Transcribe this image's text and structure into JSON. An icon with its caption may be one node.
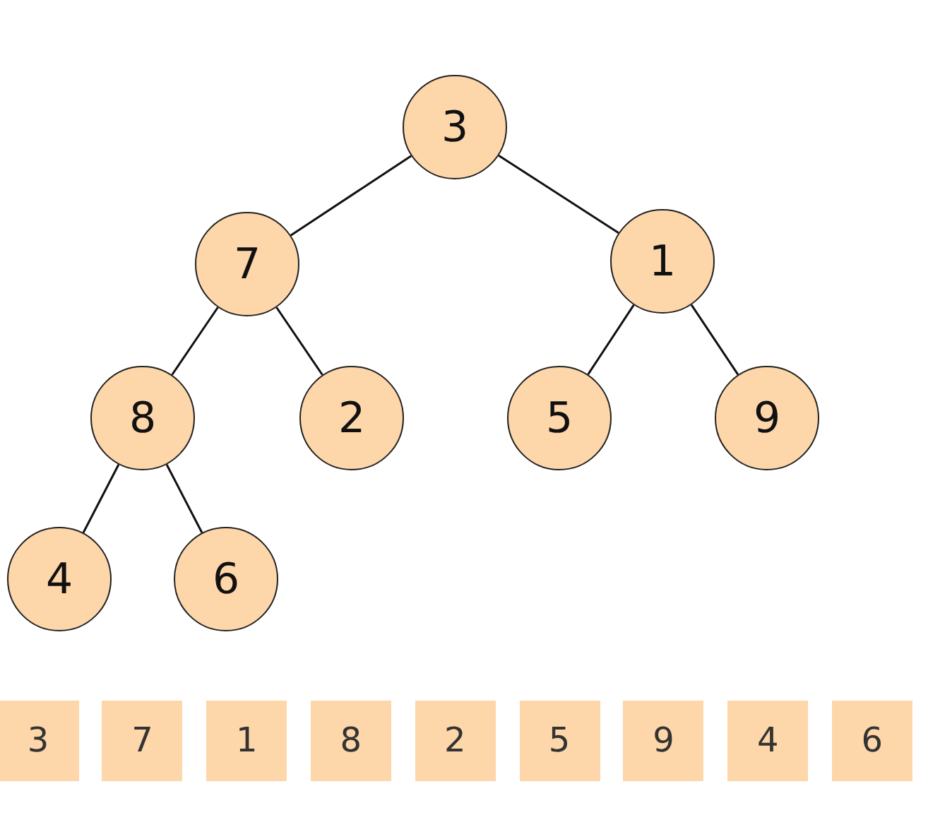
{
  "diagram": {
    "nodes": [
      {
        "text": [
          "3"
        ]
      },
      {
        "text": [
          "7"
        ]
      },
      {
        "text": [
          "1"
        ]
      },
      {
        "text": [
          "8"
        ]
      },
      {
        "text": [
          "2"
        ]
      },
      {
        "text": [
          "5"
        ]
      },
      {
        "text": [
          "9"
        ]
      },
      {
        "text": [
          "4"
        ]
      },
      {
        "text": [
          "6"
        ]
      },
      {
        "text": [
          "3"
        ]
      },
      {
        "text": [
          "7"
        ]
      },
      {
        "text": [
          "1"
        ]
      },
      {
        "text": [
          "8"
        ]
      },
      {
        "text": [
          "2"
        ]
      },
      {
        "text": [
          "5"
        ]
      },
      {
        "text": [
          "9"
        ]
      },
      {
        "text": [
          "4"
        ]
      },
      {
        "text": [
          "6"
        ]
      }
    ],
    "edges": [
      {
        "from": 0,
        "to": 1,
        "arrow": "none"
      },
      {
        "from": 0,
        "to": 2,
        "arrow": "none"
      },
      {
        "from": 1,
        "to": 3,
        "arrow": "none"
      },
      {
        "from": 1,
        "to": 4,
        "arrow": "none"
      },
      {
        "from": 2,
        "to": 5,
        "arrow": "none"
      },
      {
        "from": 2,
        "to": 6,
        "arrow": "none"
      },
      {
        "from": 3,
        "to": 7,
        "arrow": "none"
      },
      {
        "from": 3,
        "to": 8,
        "arrow": "none"
      }
    ]
  }
}
